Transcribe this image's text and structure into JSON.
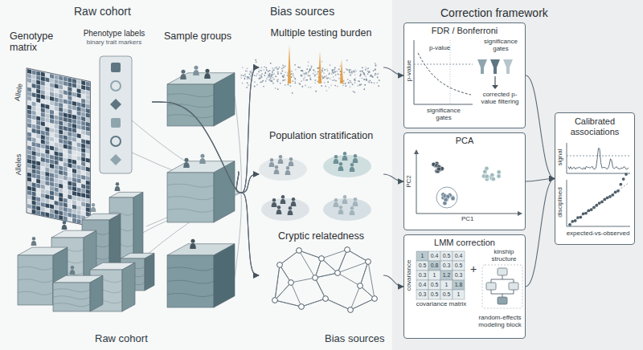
{
  "diagram": {
    "nodes": [
      {
        "text": [
          "Genotype matrix"
        ]
      },
      {
        "text": [
          "Phenotype labels",
          "binary trait markers"
        ]
      },
      {
        "text": [
          "Sample groups"
        ]
      },
      {
        "text": [
          "Multiple testing burden"
        ]
      },
      {
        "text": [
          "Population stratification"
        ]
      },
      {
        "text": [
          "Cryptic relatedness"
        ]
      },
      {
        "text": [
          "Correction framework"
        ]
      },
      {
        "text": [
          "FDR / Bonferroni"
        ],
        "in": 6
      },
      {
        "text": [
          "PCA"
        ],
        "in": 6
      },
      {
        "text": [
          "LMM correction"
        ],
        "in": 6
      },
      {
        "text": [
          "Calibrated associations"
        ],
        "in": 6
      }
    ],
    "edges": [
      {
        "from": 1,
        "to": 3,
        "arrow": "to"
      },
      {
        "from": 1,
        "to": 4,
        "arrow": "to"
      },
      {
        "from": 1,
        "to": 5,
        "arrow": "to"
      },
      {
        "from": 2,
        "to": 3,
        "arrow": "to"
      },
      {
        "from": 2,
        "to": 4,
        "arrow": "to"
      },
      {
        "from": 2,
        "to": 5,
        "arrow": "to"
      },
      {
        "from": 3,
        "to": 7,
        "arrow": "to"
      },
      {
        "from": 4,
        "to": 8,
        "arrow": "to"
      },
      {
        "from": 5,
        "to": 9,
        "arrow": "to"
      },
      {
        "from": 7,
        "to": 10,
        "arrow": "to"
      },
      {
        "from": 8,
        "to": 10,
        "arrow": "to"
      },
      {
        "from": 9,
        "to": 10,
        "arrow": "to"
      }
    ],
    "labels": [
      "Raw cohort",
      "Bias sources",
      "Raw cohort",
      "Bias sources",
      "Allele",
      "Alleles",
      "p-value",
      "p-value",
      "significance gates",
      "significance gates",
      "corrected p-value filtering",
      "PC2",
      "PC1",
      "covariance",
      "1",
      "0.4",
      "0.5",
      "0.4",
      "0.5",
      "0.8",
      "0.3",
      "0.5",
      "0.3",
      "1",
      "1.2",
      "0.3",
      "0.4",
      "0.5",
      "1",
      "1.8",
      "0.3",
      "0.5",
      "0.5",
      "1",
      "covariance matrix",
      "+",
      "kinship structure",
      "random-effects modeling block",
      "signal",
      "disciplined",
      "expected-vs-observed"
    ]
  }
}
